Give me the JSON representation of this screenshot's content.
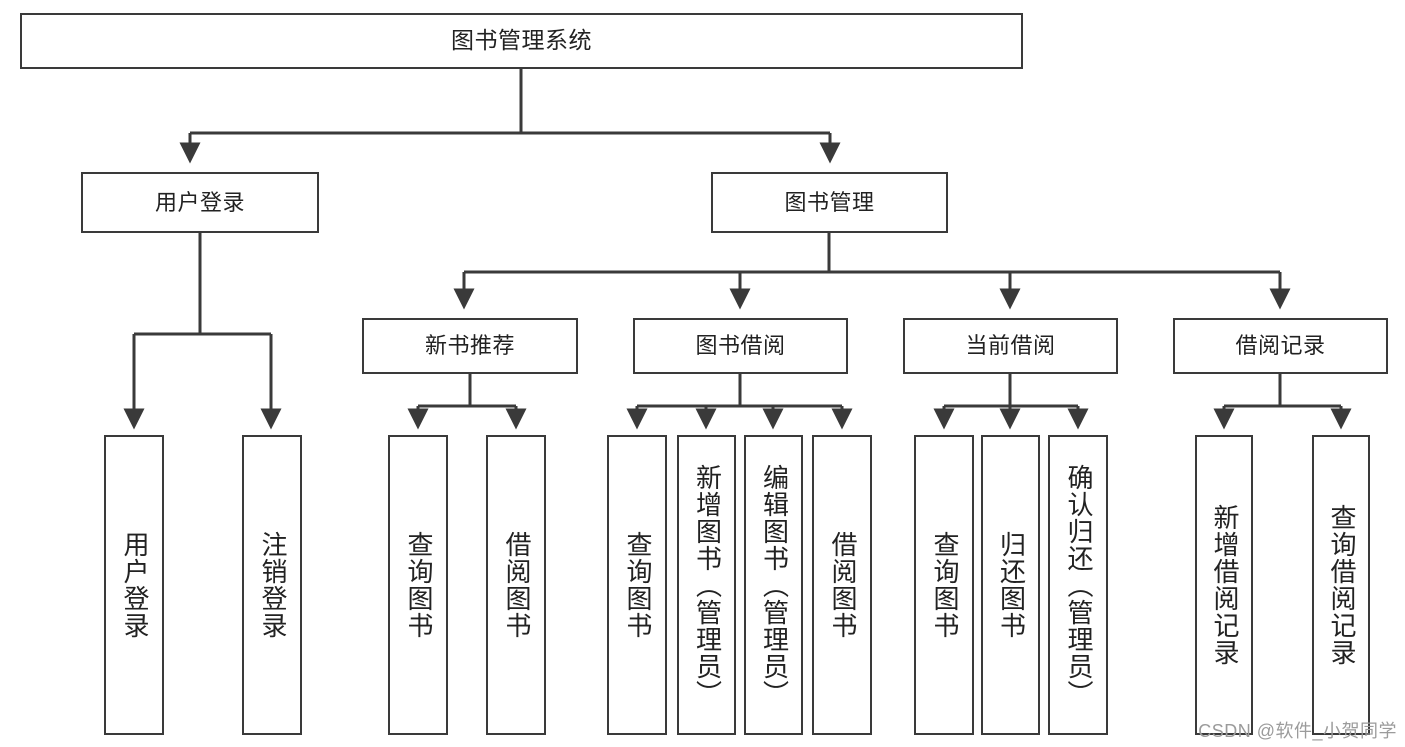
{
  "diagram": {
    "title": "图书管理系统",
    "type": "hierarchy-tree",
    "root": {
      "label": "图书管理系统"
    },
    "level1": [
      {
        "id": "user-login",
        "label": "用户登录"
      },
      {
        "id": "book-management",
        "label": "图书管理"
      }
    ],
    "level2": [
      {
        "id": "new-book-recommend",
        "label": "新书推荐",
        "parent": "book-management"
      },
      {
        "id": "book-borrow",
        "label": "图书借阅",
        "parent": "book-management"
      },
      {
        "id": "current-borrow",
        "label": "当前借阅",
        "parent": "book-management"
      },
      {
        "id": "borrow-record",
        "label": "借阅记录",
        "parent": "book-management"
      }
    ],
    "leaves": [
      {
        "id": "leaf-user-login",
        "label": "用户登录",
        "parent": "user-login"
      },
      {
        "id": "leaf-user-logout",
        "label": "注销登录",
        "parent": "user-login"
      },
      {
        "id": "leaf-query-book-1",
        "label": "查询图书",
        "parent": "new-book-recommend"
      },
      {
        "id": "leaf-borrow-book-1",
        "label": "借阅图书",
        "parent": "new-book-recommend"
      },
      {
        "id": "leaf-query-book-2",
        "label": "查询图书",
        "parent": "book-borrow"
      },
      {
        "id": "leaf-add-book",
        "label": "新增图书（管理员）",
        "parent": "book-borrow"
      },
      {
        "id": "leaf-edit-book",
        "label": "编辑图书（管理员）",
        "parent": "book-borrow"
      },
      {
        "id": "leaf-borrow-book-2",
        "label": "借阅图书",
        "parent": "book-borrow"
      },
      {
        "id": "leaf-query-book-3",
        "label": "查询图书",
        "parent": "current-borrow"
      },
      {
        "id": "leaf-return-book",
        "label": "归还图书",
        "parent": "current-borrow"
      },
      {
        "id": "leaf-confirm-return",
        "label": "确认归还（管理员）",
        "parent": "current-borrow"
      },
      {
        "id": "leaf-add-record",
        "label": "新增借阅记录",
        "parent": "borrow-record"
      },
      {
        "id": "leaf-query-record",
        "label": "查询借阅记录",
        "parent": "borrow-record"
      }
    ],
    "colors": {
      "stroke": "#3a3a3a",
      "text": "#222222",
      "background": "#ffffff",
      "watermark": "#9b9b9b"
    }
  },
  "watermark": {
    "text": "CSDN @软件_小贺同学"
  }
}
